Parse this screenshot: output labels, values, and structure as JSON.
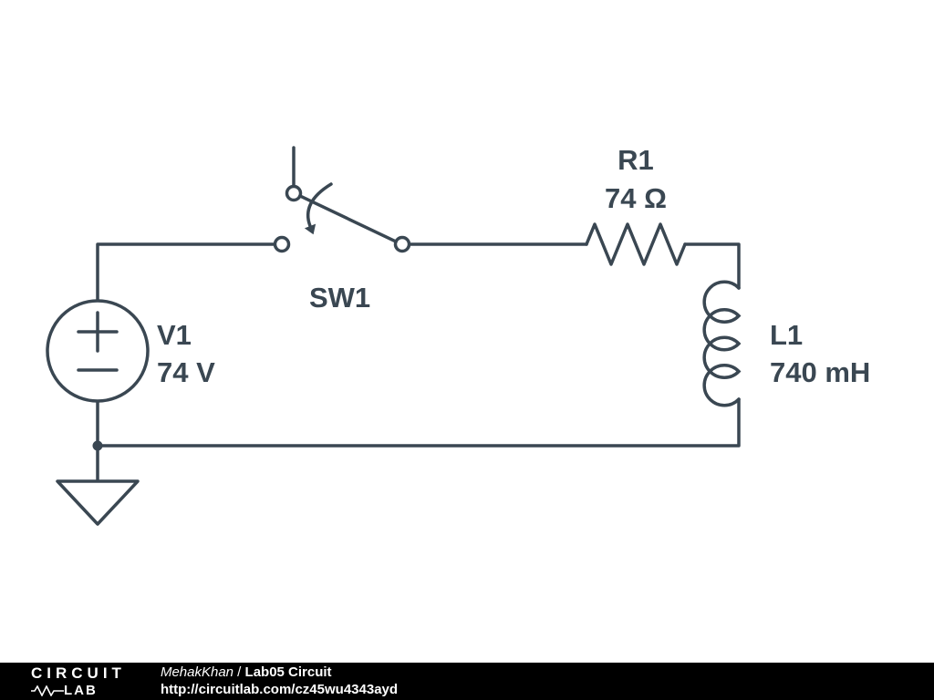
{
  "colors": {
    "line": "#3a4752",
    "background": "#ffffff",
    "footer_bg": "#000000",
    "footer_text": "#ffffff"
  },
  "circuit": {
    "voltage_source": {
      "ref": "V1",
      "value": "74 V"
    },
    "switch": {
      "ref": "SW1"
    },
    "resistor": {
      "ref": "R1",
      "value": "74 Ω"
    },
    "inductor": {
      "ref": "L1",
      "value": "740 mH"
    }
  },
  "footer": {
    "brand_line1": "CIRCUIT",
    "brand_line2": "LAB",
    "logo_icon": "resistor-zigzag-icon",
    "author": "MehakKhan",
    "separator": " / ",
    "title": "Lab05 Circuit",
    "url": "http://circuitlab.com/cz45wu4343ayd"
  }
}
